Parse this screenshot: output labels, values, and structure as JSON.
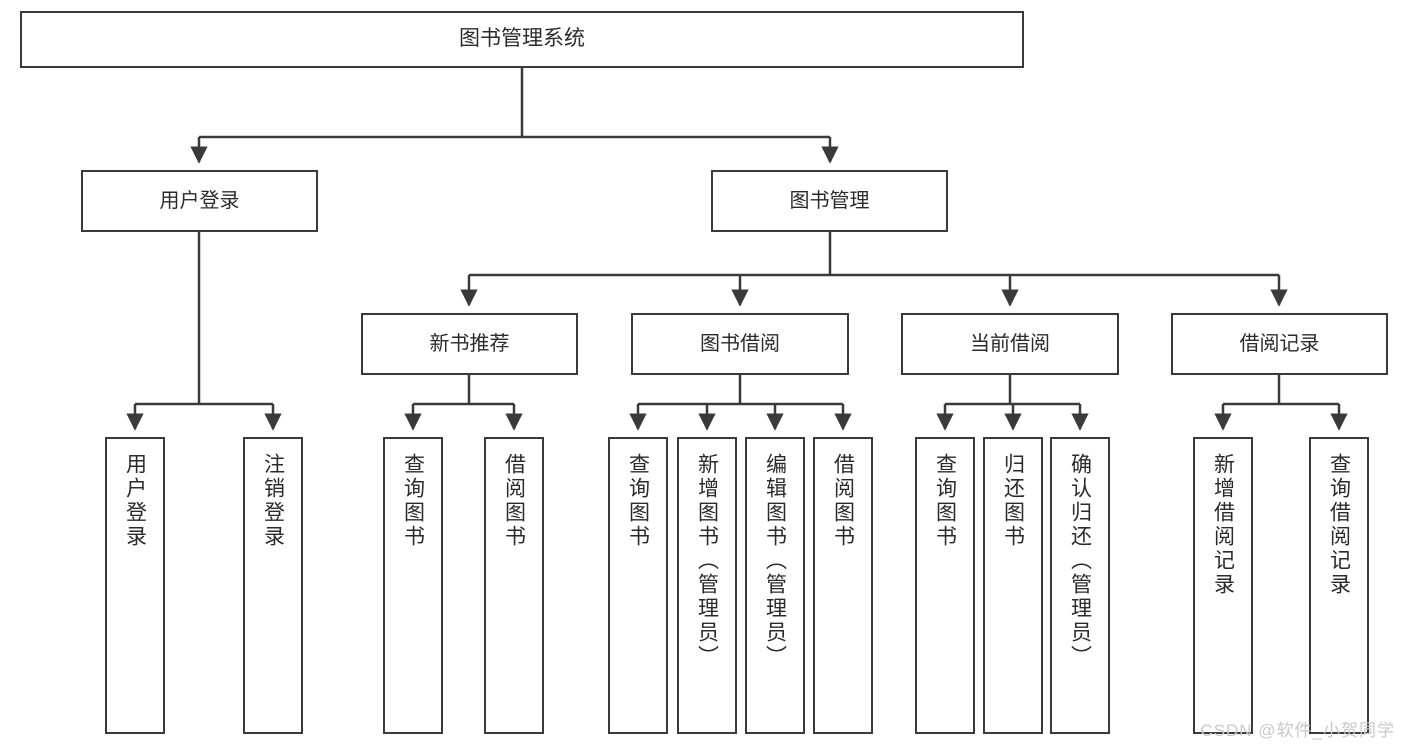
{
  "diagram": {
    "title": "图书管理系统",
    "watermark": "CSDN @软件_小贺同学",
    "colors": {
      "box_border": "#3a3a3a",
      "box_fill": "#ffffff",
      "edge": "#3a3a3a",
      "text": "#2b2b2b",
      "watermark": "#c9c9c9"
    },
    "root": {
      "label": "图书管理系统"
    },
    "level2": [
      {
        "label": "用户登录"
      },
      {
        "label": "图书管理"
      }
    ],
    "level3": [
      {
        "label": "新书推荐"
      },
      {
        "label": "图书借阅"
      },
      {
        "label": "当前借阅"
      },
      {
        "label": "借阅记录"
      }
    ],
    "leaves": {
      "user_login": [
        {
          "label": "用户登录"
        },
        {
          "label": "注销登录"
        }
      ],
      "new_book": [
        {
          "label": "查询图书"
        },
        {
          "label": "借阅图书"
        }
      ],
      "book_borrow": [
        {
          "label": "查询图书"
        },
        {
          "label": "新增图书（管理员）"
        },
        {
          "label": "编辑图书（管理员）"
        },
        {
          "label": "借阅图书"
        }
      ],
      "current_borrow": [
        {
          "label": "查询图书"
        },
        {
          "label": "归还图书"
        },
        {
          "label": "确认归还（管理员）"
        }
      ],
      "borrow_record": [
        {
          "label": "新增借阅记录"
        },
        {
          "label": "查询借阅记录"
        }
      ]
    }
  }
}
